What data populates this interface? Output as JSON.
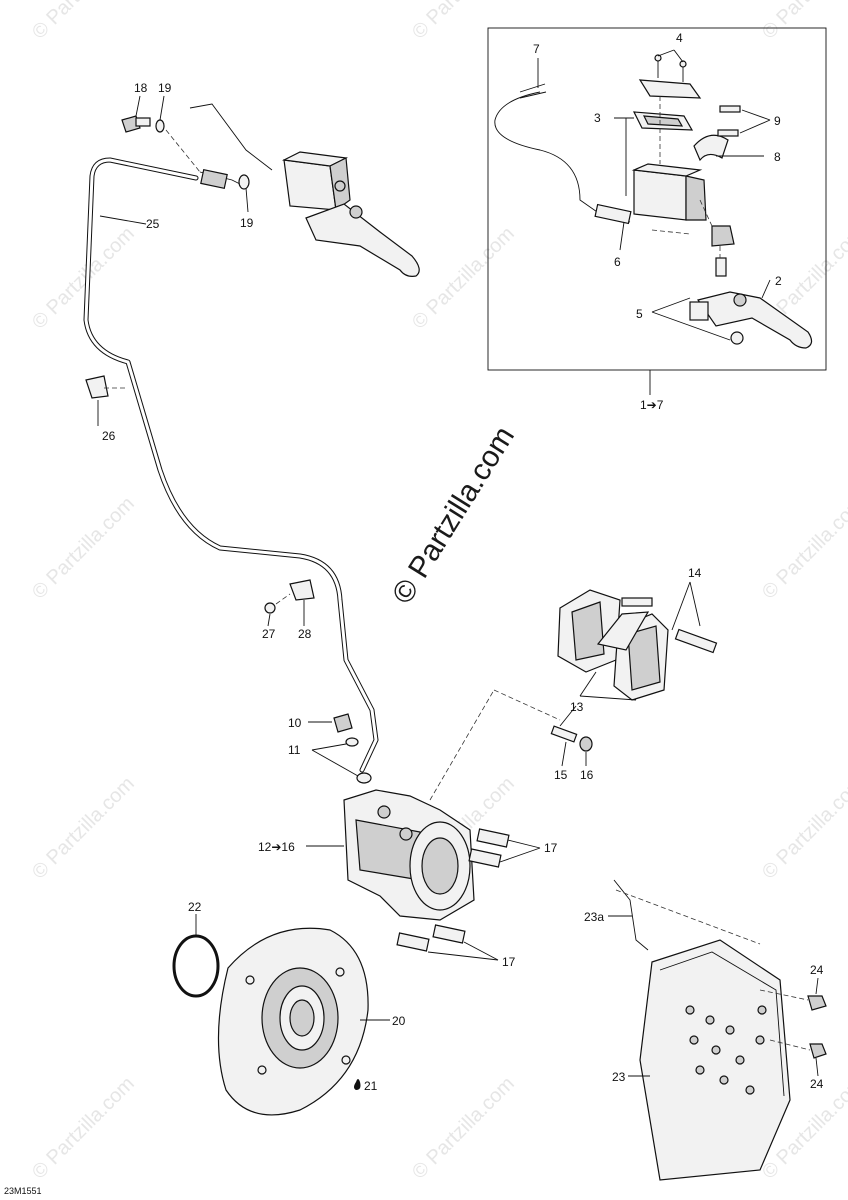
{
  "watermark": {
    "main": "© Partzilla.com",
    "tile": "© Partzilla.com"
  },
  "drawing_code": "23M1551",
  "callouts": {
    "c1_7": "1➔7",
    "c2": "2",
    "c3": "3",
    "c4": "4",
    "c5": "5",
    "c6": "6",
    "c7": "7",
    "c8": "8",
    "c9": "9",
    "c10": "10",
    "c11": "11",
    "c12_16": "12➔16",
    "c13": "13",
    "c14": "14",
    "c15": "15",
    "c16": "16",
    "c17a": "17",
    "c17b": "17",
    "c18": "18",
    "c19a": "19",
    "c19b": "19",
    "c20": "20",
    "c21": "21",
    "c22": "22",
    "c23": "23",
    "c23a": "23a",
    "c24a": "24",
    "c24b": "24",
    "c25": "25",
    "c26": "26",
    "c27": "27",
    "c28": "28"
  },
  "colors": {
    "line": "#111111",
    "watermark": "#e6e6e6"
  }
}
